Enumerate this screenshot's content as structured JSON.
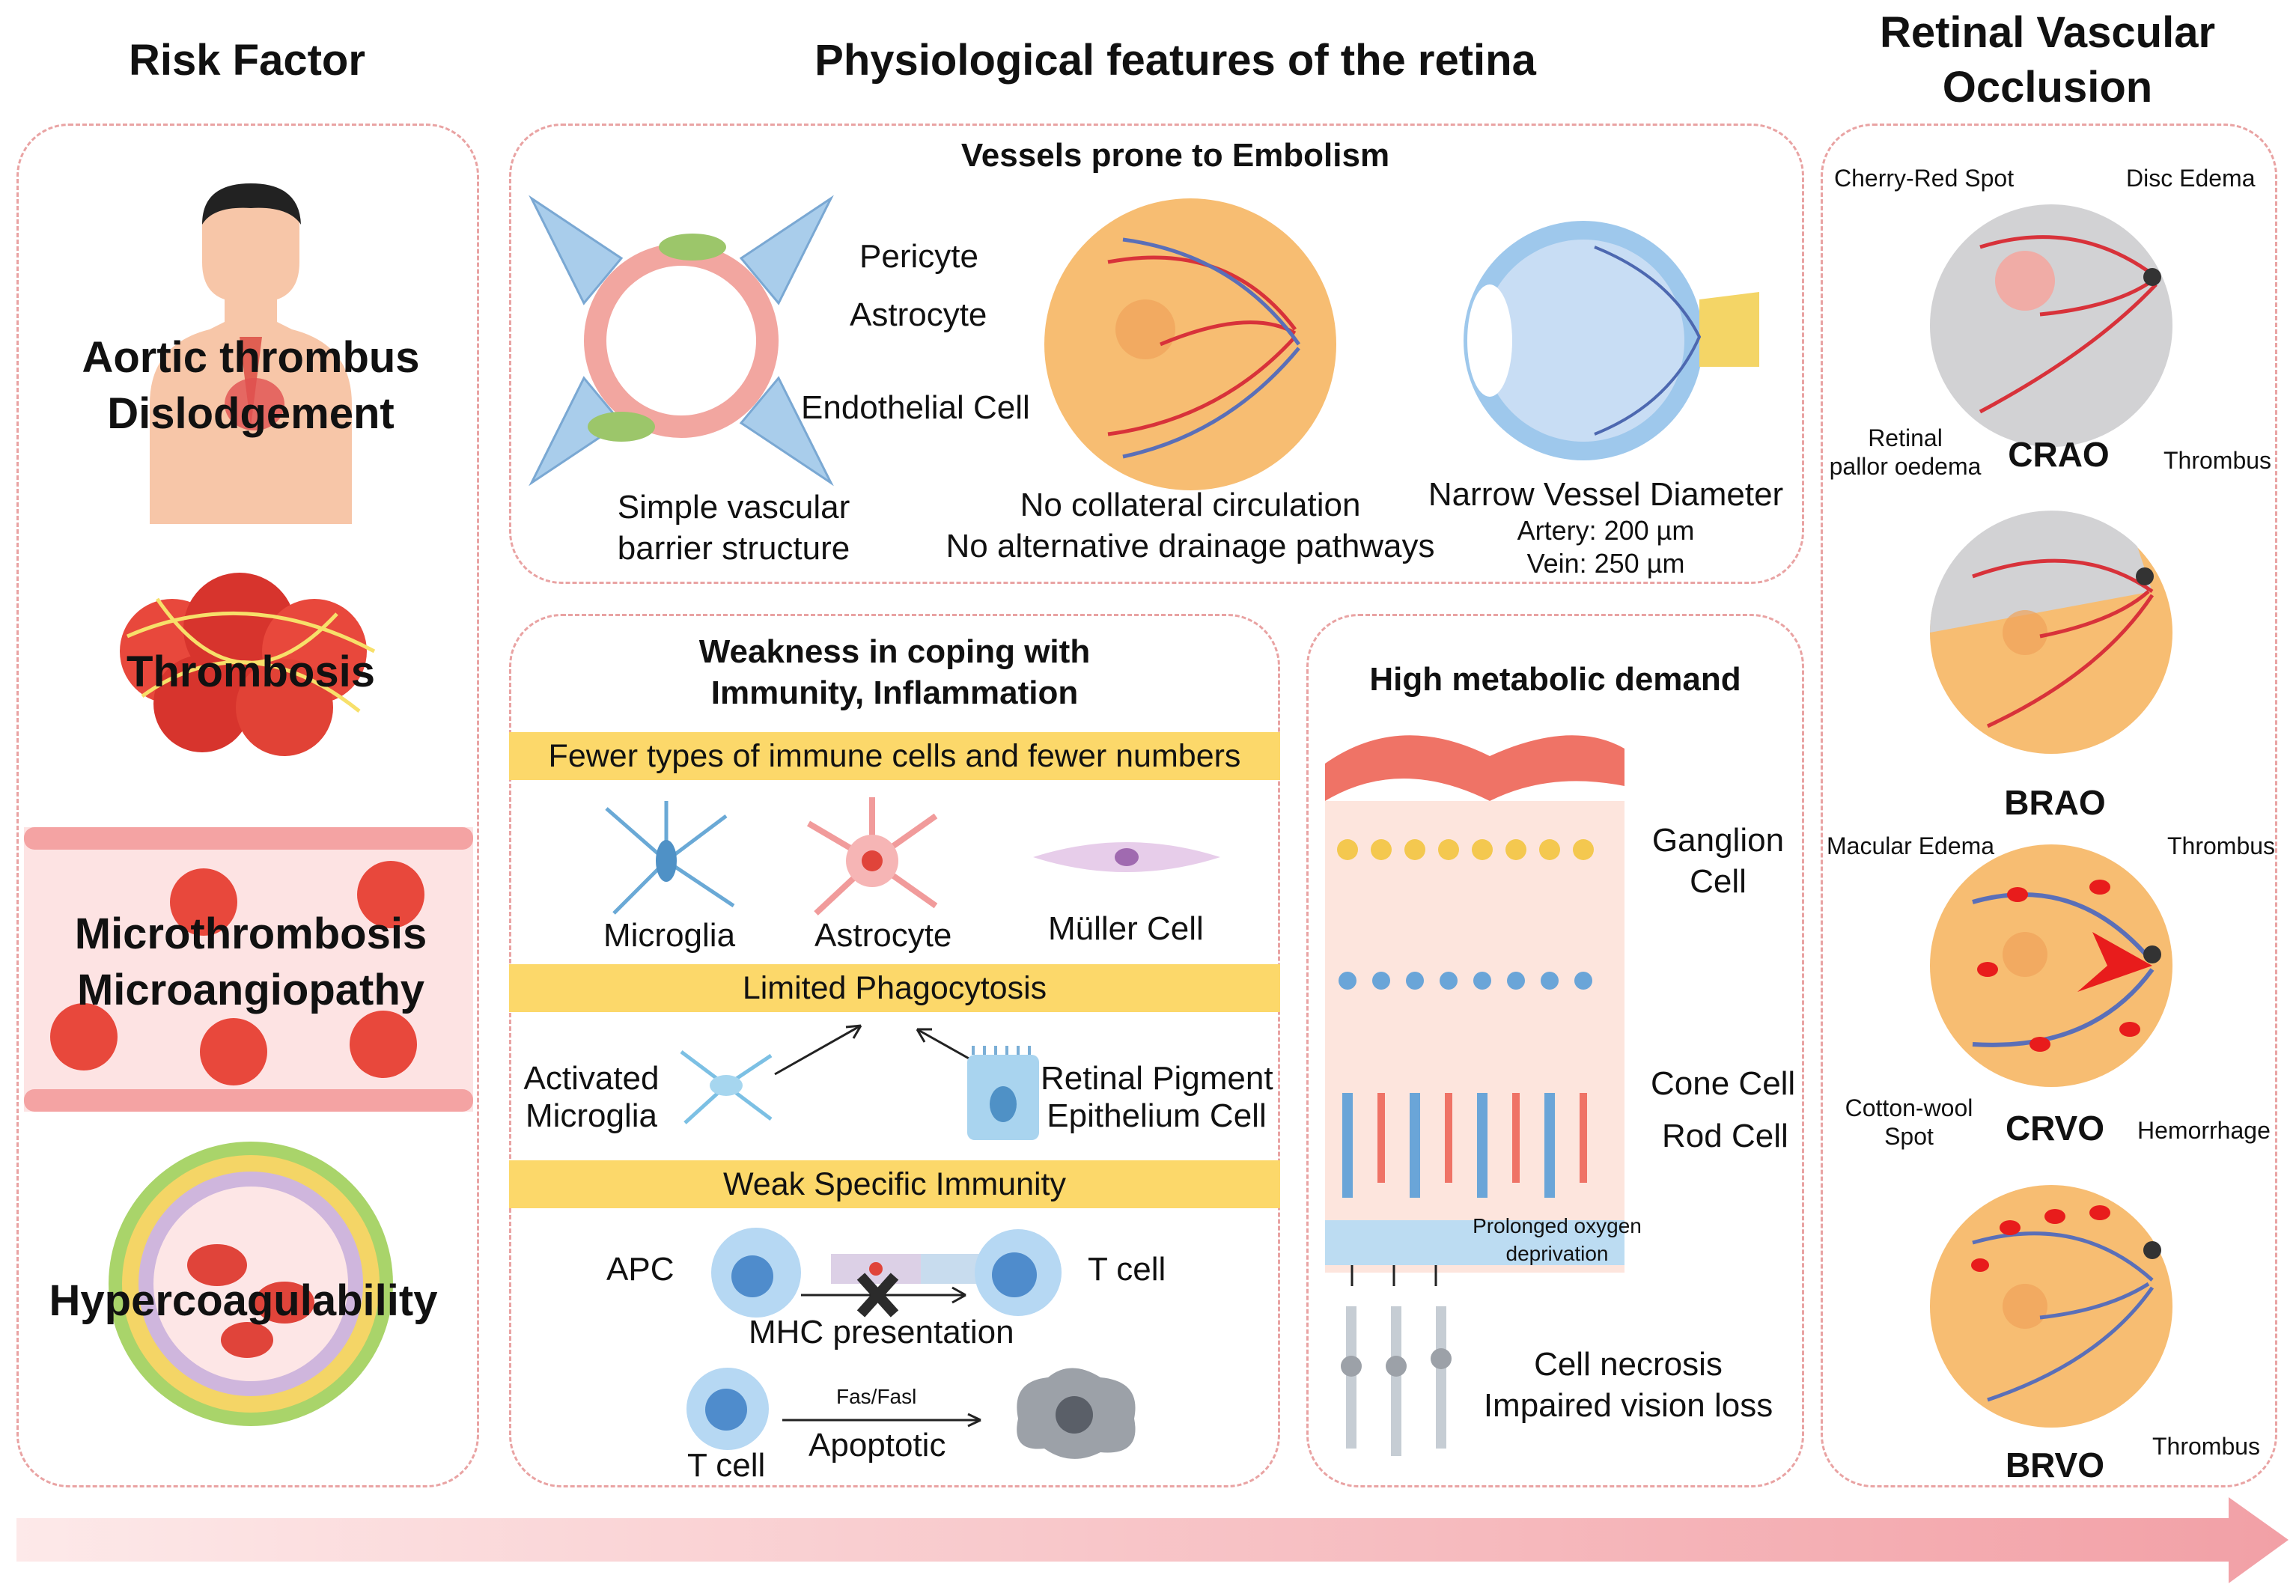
{
  "titles": {
    "risk": "Risk Factor",
    "physio": "Physiological features of the retina",
    "occlusion": "Retinal Vascular Occlusion"
  },
  "risk_factors": [
    "Aortic thrombus Dislodgement",
    "Thrombosis",
    "Microthrombosis Microangiopathy",
    "Hypercoagulability"
  ],
  "vessels": {
    "title": "Vessels prone to Embolism",
    "pericyte": "Pericyte",
    "astrocyte": "Astrocyte",
    "endothelial": "Endothelial Cell",
    "barrier_1": "Simple vascular",
    "barrier_2": "barrier structure",
    "collateral_1": "No collateral circulation",
    "collateral_2": "No alternative drainage pathways",
    "narrow": "Narrow Vessel Diameter",
    "artery": "Artery: 200 µm",
    "vein": "Vein: 250 µm"
  },
  "immunity": {
    "title_1": "Weakness in coping with",
    "title_2": "Immunity, Inflammation",
    "band1": "Fewer types of immune cells and fewer numbers",
    "microglia": "Microglia",
    "astrocyte": "Astrocyte",
    "muller": "Müller Cell",
    "band2": "Limited Phagocytosis",
    "activated_1": "Activated",
    "activated_2": "Microglia",
    "rpe_1": "Retinal Pigment",
    "rpe_2": "Epithelium Cell",
    "band3": "Weak Specific Immunity",
    "apc": "APC",
    "tcell": "T cell",
    "mhc": "MHC presentation",
    "fas": "Fas/Fasl",
    "apoptotic": "Apoptotic",
    "tcell2": "T cell"
  },
  "metabolic": {
    "title": "High metabolic demand",
    "ganglion_1": "Ganglion",
    "ganglion_2": "Cell",
    "cone": "Cone Cell",
    "rod": "Rod Cell",
    "oxygen_1": "Prolonged oxygen",
    "oxygen_2": "deprivation",
    "necrosis_1": "Cell necrosis",
    "necrosis_2": "Impaired vision loss"
  },
  "occlusions": {
    "crao": "CRAO",
    "brao": "BRAO",
    "crvo": "CRVO",
    "brvo": "BRVO",
    "cherry": "Cherry-Red Spot",
    "disc": "Disc Edema",
    "pallor_1": "Retinal",
    "pallor_2": "pallor oedema",
    "thrombus": "Thrombus",
    "macular": "Macular Edema",
    "cotton_1": "Cotton-wool",
    "cotton_2": "Spot",
    "hemorrhage": "Hemorrhage"
  },
  "colors": {
    "panel_border": "#e9a3a3",
    "band": "#fcd86a",
    "fundus": "#f7bd72",
    "vessel": "#d8323a",
    "vein": "#5a6fb8"
  }
}
